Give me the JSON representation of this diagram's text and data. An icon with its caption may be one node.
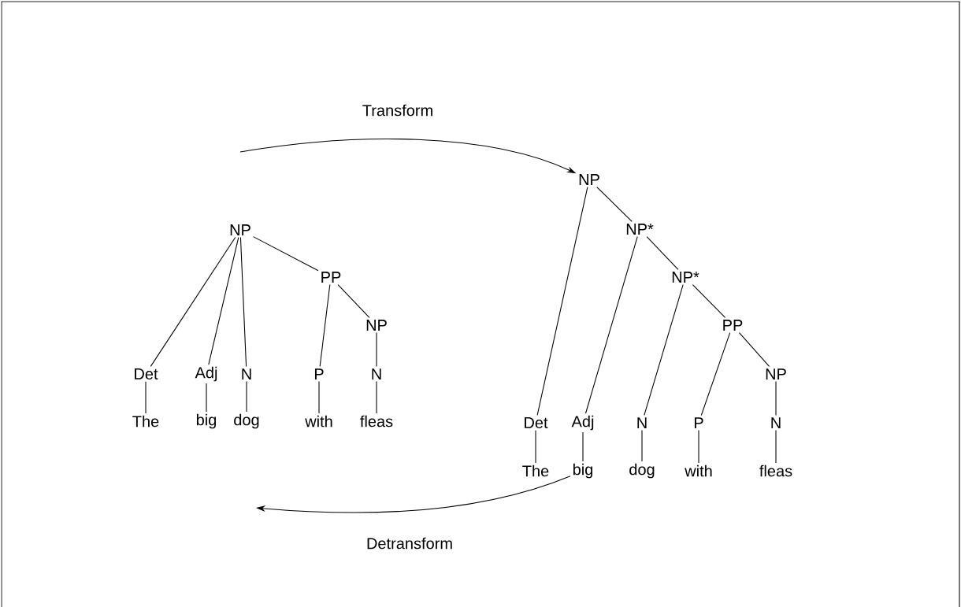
{
  "diagram": {
    "nodes": [
      {
        "text": [
          "NP"
        ]
      },
      {
        "text": [
          "Det"
        ]
      },
      {
        "text": [
          "Adj"
        ]
      },
      {
        "text": [
          "N"
        ]
      },
      {
        "text": [
          "PP"
        ]
      },
      {
        "text": [
          "P"
        ]
      },
      {
        "text": [
          "NP"
        ]
      },
      {
        "text": [
          "N"
        ]
      },
      {
        "text": [
          "The"
        ]
      },
      {
        "text": [
          "big"
        ]
      },
      {
        "text": [
          "dog"
        ]
      },
      {
        "text": [
          "with"
        ]
      },
      {
        "text": [
          "fleas"
        ]
      },
      {
        "text": [
          "NP"
        ]
      },
      {
        "text": [
          "NP*"
        ]
      },
      {
        "text": [
          "NP*"
        ]
      },
      {
        "text": [
          "PP"
        ]
      },
      {
        "text": [
          "NP"
        ]
      },
      {
        "text": [
          "Det"
        ]
      },
      {
        "text": [
          "Adj"
        ]
      },
      {
        "text": [
          "N"
        ]
      },
      {
        "text": [
          "P"
        ]
      },
      {
        "text": [
          "N"
        ]
      },
      {
        "text": [
          "The"
        ]
      },
      {
        "text": [
          "big"
        ]
      },
      {
        "text": [
          "dog"
        ]
      },
      {
        "text": [
          "with"
        ]
      },
      {
        "text": [
          "fleas"
        ]
      }
    ],
    "edges": [
      {
        "from": 0,
        "to": 1,
        "arrow": "none"
      },
      {
        "from": 0,
        "to": 2,
        "arrow": "none"
      },
      {
        "from": 0,
        "to": 3,
        "arrow": "none"
      },
      {
        "from": 0,
        "to": 4,
        "arrow": "none"
      },
      {
        "from": 4,
        "to": 5,
        "arrow": "none"
      },
      {
        "from": 4,
        "to": 6,
        "arrow": "none"
      },
      {
        "from": 6,
        "to": 7,
        "arrow": "none"
      },
      {
        "from": 1,
        "to": 8,
        "arrow": "none"
      },
      {
        "from": 2,
        "to": 9,
        "arrow": "none"
      },
      {
        "from": 3,
        "to": 10,
        "arrow": "none"
      },
      {
        "from": 5,
        "to": 11,
        "arrow": "none"
      },
      {
        "from": 7,
        "to": 12,
        "arrow": "none"
      },
      {
        "from": 13,
        "to": 18,
        "arrow": "none"
      },
      {
        "from": 13,
        "to": 14,
        "arrow": "none"
      },
      {
        "from": 14,
        "to": 19,
        "arrow": "none"
      },
      {
        "from": 14,
        "to": 15,
        "arrow": "none"
      },
      {
        "from": 15,
        "to": 20,
        "arrow": "none"
      },
      {
        "from": 15,
        "to": 16,
        "arrow": "none"
      },
      {
        "from": 16,
        "to": 21,
        "arrow": "none"
      },
      {
        "from": 16,
        "to": 17,
        "arrow": "none"
      },
      {
        "from": 17,
        "to": 22,
        "arrow": "none"
      },
      {
        "from": 18,
        "to": 23,
        "arrow": "none"
      },
      {
        "from": 19,
        "to": 24,
        "arrow": "none"
      },
      {
        "from": 20,
        "to": 25,
        "arrow": "none"
      },
      {
        "from": 21,
        "to": 26,
        "arrow": "none"
      },
      {
        "from": 22,
        "to": 27,
        "arrow": "none"
      },
      {
        "from": null,
        "to": 13,
        "arrow": "to",
        "label": "Transform"
      },
      {
        "from": 24,
        "to": null,
        "arrow": "to",
        "label": "Detransform"
      }
    ]
  }
}
